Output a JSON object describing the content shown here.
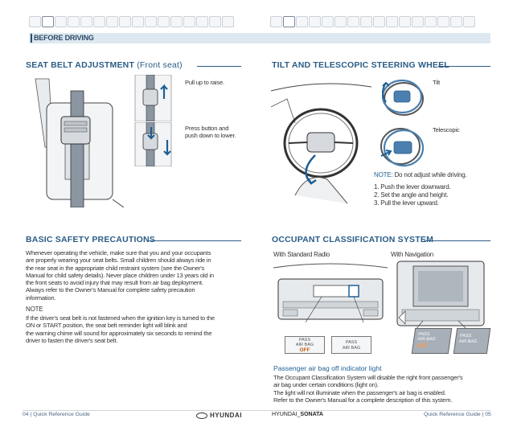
{
  "header": {
    "section": "BEFORE DRIVING"
  },
  "seatbelt": {
    "title": "SEAT BELT ADJUSTMENT",
    "subtitle": "(Front seat)",
    "step1": "Pull up to raise.",
    "step2_line1": "Press button and",
    "step2_line2": "push down to lower."
  },
  "steering": {
    "title": "TILT AND TELESCOPIC STEERING WHEEL",
    "tilt": "Tilt",
    "telescopic": "Telescopic",
    "note_label": "NOTE:",
    "note_text": " Do not adjust while driving.",
    "steps": [
      "1. Push the lever downward.",
      "2. Set the angle and height.",
      "3. Pull the lever upward."
    ]
  },
  "safety": {
    "title": "BASIC SAFETY PRECAUTIONS",
    "para1": [
      "Whenever operating the vehicle, make sure that you and your occupants",
      "are properly wearing your seat belts. Small children should always ride in",
      "the rear seat in the appropriate child restraint system (see the Owner's",
      "Manual for child safety details). Never place children under 13 years old in",
      "the front seats to avoid injury that may result from air bag deployment.",
      "Always refer to the Owner's Manual for complete safety precaution",
      "information."
    ],
    "note_label": "NOTE",
    "para2": [
      "If the driver's seat belt is not fastened when the ignition key is turned to the",
      "ON or START position, the seat belt reminder light will blink and",
      "the warning chime will sound for approximately six seconds to remind the",
      "driver to fasten the driver's seat belt."
    ]
  },
  "occupant": {
    "title": "OCCUPANT CLASSIFICATION SYSTEM",
    "with_radio": "With Standard Radio",
    "with_nav": "With Navigation",
    "pass_label": "PASS",
    "airbag_label": "AIR BAG",
    "off_label": "OFF",
    "indicator_title": "Passenger air bag off indicator light",
    "desc": [
      "The Occupant Classification System will disable the right front passenger's",
      "air bag under certain conditions (light on).",
      "The light will not illuminate when the passenger's air bag is enabled.",
      "Refer to the Owner's Manual for a complete description of this system."
    ]
  },
  "footer": {
    "left_page": "04",
    "left_text": "Quick Reference Guide",
    "brand": "HYUNDAI",
    "model_prefix": "HYUNDAI_",
    "model": "SONATA",
    "right_text": "Quick Reference Guide",
    "right_page": "05"
  }
}
